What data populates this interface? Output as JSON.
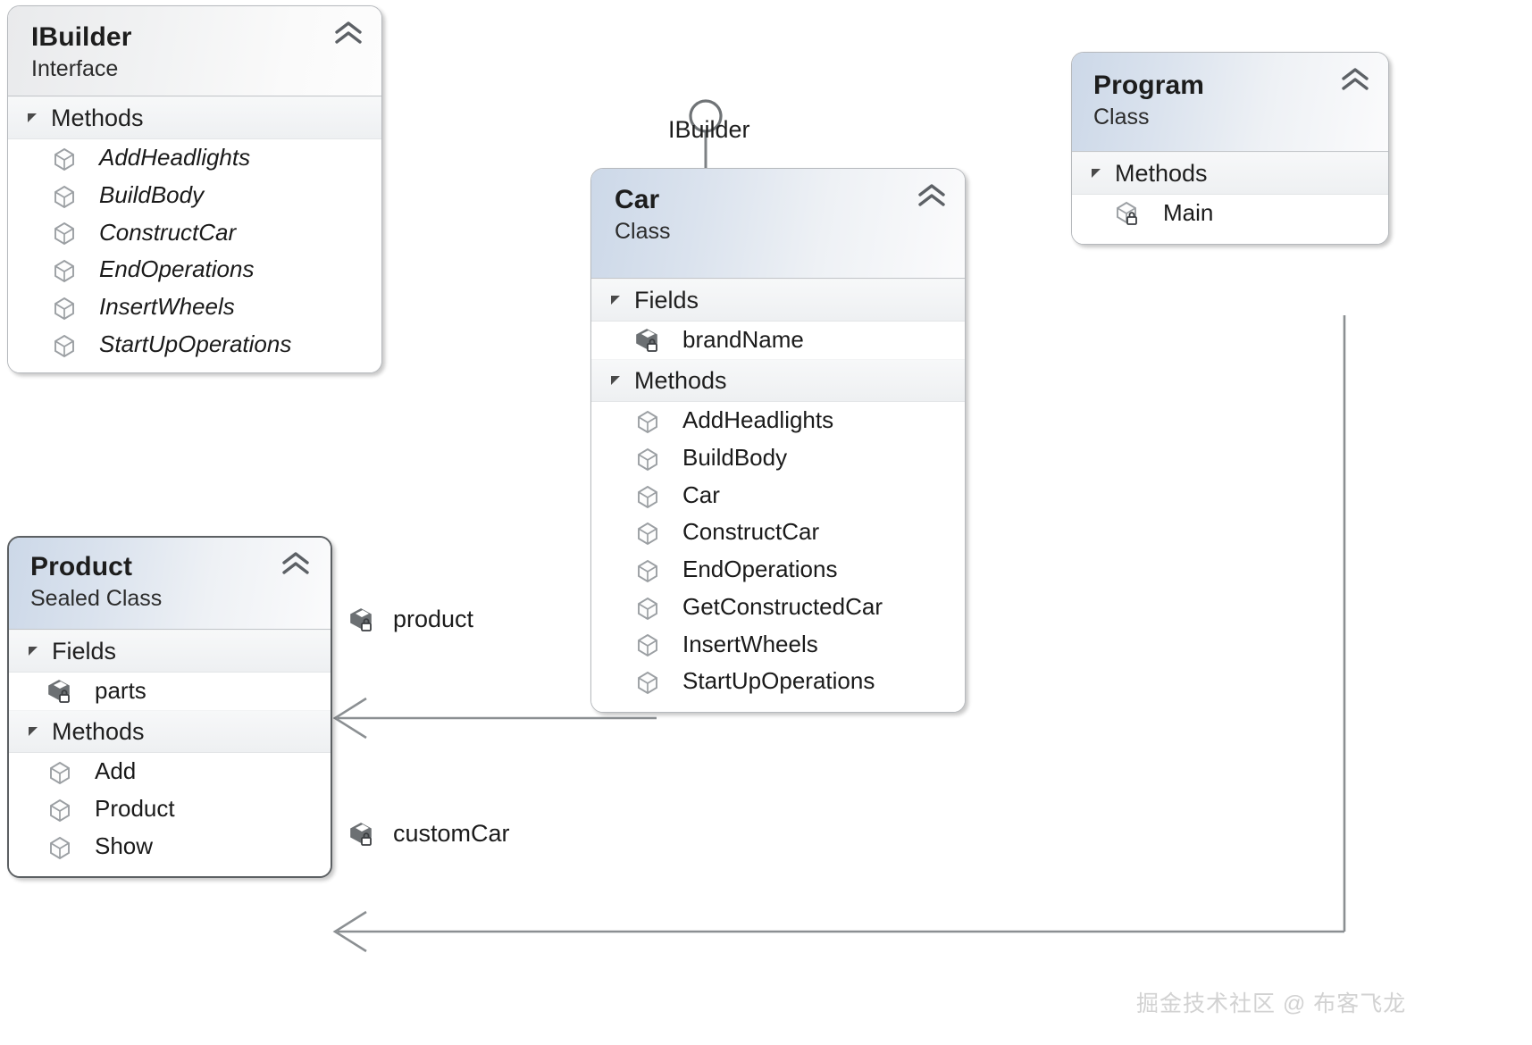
{
  "diagram": {
    "type": "uml-class-diagram",
    "background": "#ffffff",
    "accent_header": "#ccd8e8",
    "line_color": "#7d8184",
    "watermark": "掘金技术社区 @ 布客飞龙"
  },
  "classes": [
    {
      "id": "ibuilder",
      "title": "IBuilder",
      "stereotype": "Interface",
      "style": "light",
      "groups": [
        {
          "label": "Methods",
          "members": [
            {
              "name": "AddHeadlights",
              "icon": "method-icon",
              "italic": true,
              "locked": false
            },
            {
              "name": "BuildBody",
              "icon": "method-icon",
              "italic": true,
              "locked": false
            },
            {
              "name": "ConstructCar",
              "icon": "method-icon",
              "italic": true,
              "locked": false
            },
            {
              "name": "EndOperations",
              "icon": "method-icon",
              "italic": true,
              "locked": false
            },
            {
              "name": "InsertWheels",
              "icon": "method-icon",
              "italic": true,
              "locked": false
            },
            {
              "name": "StartUpOperations",
              "icon": "method-icon",
              "italic": true,
              "locked": false
            }
          ]
        }
      ]
    },
    {
      "id": "car",
      "title": "Car",
      "stereotype": "Class",
      "style": "blue",
      "groups": [
        {
          "label": "Fields",
          "members": [
            {
              "name": "brandName",
              "icon": "field-icon",
              "italic": false,
              "locked": true
            }
          ]
        },
        {
          "label": "Methods",
          "members": [
            {
              "name": "AddHeadlights",
              "icon": "method-icon",
              "italic": false,
              "locked": false
            },
            {
              "name": "BuildBody",
              "icon": "method-icon",
              "italic": false,
              "locked": false
            },
            {
              "name": "Car",
              "icon": "method-icon",
              "italic": false,
              "locked": false
            },
            {
              "name": "ConstructCar",
              "icon": "method-icon",
              "italic": false,
              "locked": false
            },
            {
              "name": "EndOperations",
              "icon": "method-icon",
              "italic": false,
              "locked": false
            },
            {
              "name": "GetConstructedCar",
              "icon": "method-icon",
              "italic": false,
              "locked": false
            },
            {
              "name": "InsertWheels",
              "icon": "method-icon",
              "italic": false,
              "locked": false
            },
            {
              "name": "StartUpOperations",
              "icon": "method-icon",
              "italic": false,
              "locked": false
            }
          ]
        }
      ]
    },
    {
      "id": "program",
      "title": "Program",
      "stereotype": "Class",
      "style": "blue",
      "groups": [
        {
          "label": "Methods",
          "members": [
            {
              "name": "Main",
              "icon": "method-icon",
              "italic": false,
              "locked": true
            }
          ]
        }
      ]
    },
    {
      "id": "product",
      "title": "Product",
      "stereotype": "Sealed Class",
      "style": "blue",
      "groups": [
        {
          "label": "Fields",
          "members": [
            {
              "name": "parts",
              "icon": "field-icon",
              "italic": false,
              "locked": true
            }
          ]
        },
        {
          "label": "Methods",
          "members": [
            {
              "name": "Add",
              "icon": "method-icon",
              "italic": false,
              "locked": false
            },
            {
              "name": "Product",
              "icon": "method-icon",
              "italic": false,
              "locked": false
            },
            {
              "name": "Show",
              "icon": "method-icon",
              "italic": false,
              "locked": false
            }
          ]
        }
      ]
    }
  ],
  "connectors": [
    {
      "id": "lollipop-ibuilder",
      "kind": "interface-lollipop",
      "label": "IBuilder",
      "from": "car",
      "to": "ibuilder"
    },
    {
      "id": "assoc-product",
      "kind": "association",
      "label": "product",
      "icon": "field-icon",
      "locked": true,
      "from": "car",
      "to": "product"
    },
    {
      "id": "assoc-customcar",
      "kind": "association",
      "label": "customCar",
      "icon": "field-icon",
      "locked": true,
      "from": "program",
      "to": "product"
    }
  ]
}
